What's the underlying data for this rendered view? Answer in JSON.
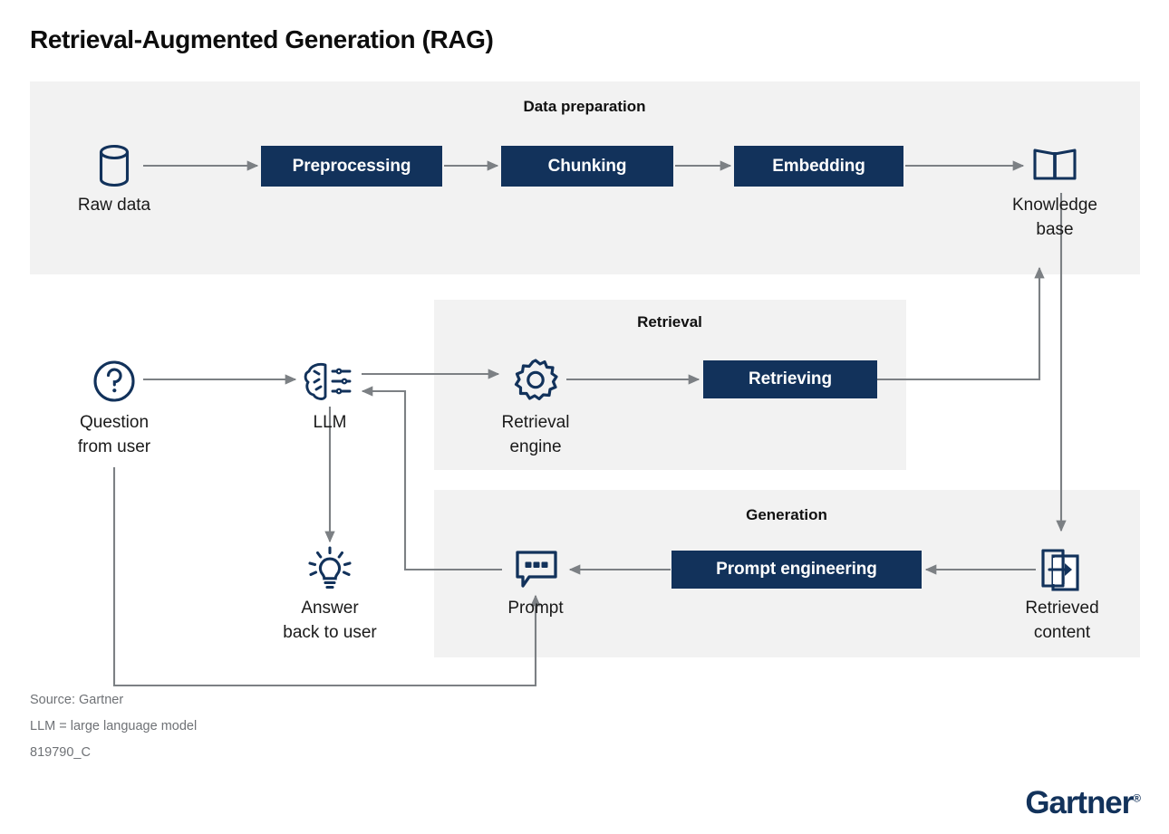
{
  "title": "Retrieval-Augmented Generation (RAG)",
  "colors": {
    "navy": "#12325b",
    "band_bg": "#f2f2f2",
    "wire": "#7c8084",
    "icon": "#12325b",
    "text": "#1a1a1a",
    "footnote": "#6f7276"
  },
  "bands": [
    {
      "name": "data-preparation",
      "title": "Data preparation"
    },
    {
      "name": "retrieval",
      "title": "Retrieval"
    },
    {
      "name": "generation",
      "title": "Generation"
    }
  ],
  "data_preparation": {
    "band_title": "Data preparation",
    "raw_data": {
      "label": "Raw data",
      "icon": "database-cylinder-icon"
    },
    "steps": [
      {
        "label": "Preprocessing"
      },
      {
        "label": "Chunking"
      },
      {
        "label": "Embedding"
      }
    ],
    "knowledge_base": {
      "label": "Knowledge\nbase",
      "icon": "open-book-icon"
    }
  },
  "retrieval": {
    "band_title": "Retrieval",
    "question": {
      "label": "Question\nfrom user",
      "icon": "question-circle-icon"
    },
    "llm": {
      "label": "LLM",
      "icon": "brain-circuit-icon"
    },
    "retrieval_engine": {
      "label": "Retrieval\nengine",
      "icon": "gear-icon"
    },
    "retrieving": {
      "label": "Retrieving"
    }
  },
  "generation": {
    "band_title": "Generation",
    "answer": {
      "label": "Answer\nback to user",
      "icon": "lightbulb-icon"
    },
    "prompt": {
      "label": "Prompt",
      "icon": "speech-bubble-icon"
    },
    "prompt_engineering": {
      "label": "Prompt engineering"
    },
    "retrieved_content": {
      "label": "Retrieved\ncontent",
      "icon": "document-transfer-icon"
    }
  },
  "footer": {
    "source": "Source: Gartner",
    "abbreviation": "LLM = large language model",
    "doc_id": "819790_C",
    "logo": "Gartner",
    "logo_mark": "®"
  }
}
